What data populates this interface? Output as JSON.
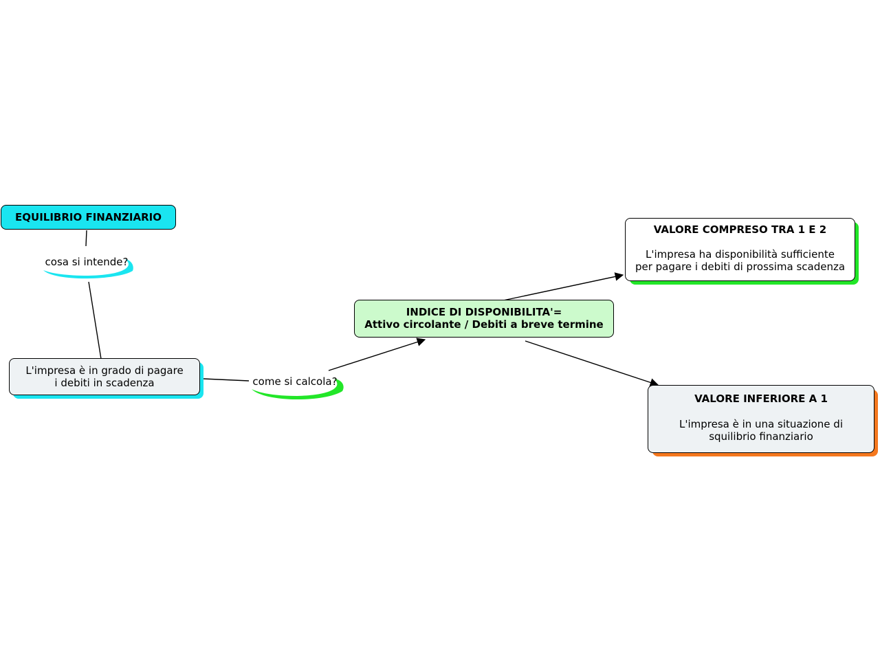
{
  "nodes": {
    "equilibrio": {
      "title": "EQUILIBRIO FINANZIARIO"
    },
    "definizione": {
      "line1": "L'impresa è in grado di pagare",
      "line2": "i debiti in scadenza"
    },
    "indice": {
      "line1": "INDICE DI DISPONIBILITA'=",
      "line2": "Attivo circolante / Debiti a breve termine"
    },
    "compreso": {
      "title": "VALORE COMPRESO TRA 1 E 2",
      "line1": "L'impresa ha disponibilità sufficiente",
      "line2": "per pagare i debiti di prossima scadenza"
    },
    "inferiore": {
      "title": "VALORE INFERIORE A 1",
      "line1": "L'impresa è in una situazione di",
      "line2": "squilibrio finanziario"
    }
  },
  "links": {
    "cosa": {
      "label": "cosa si intende?"
    },
    "come": {
      "label": "come si calcola?"
    }
  },
  "colors": {
    "cyan": "#1ae5f0",
    "green": "#22e628",
    "orange": "#f5781e",
    "light_green_fill": "#ccfacc",
    "light_gray_fill": "#eef2f4",
    "white_fill": "#ffffff"
  }
}
